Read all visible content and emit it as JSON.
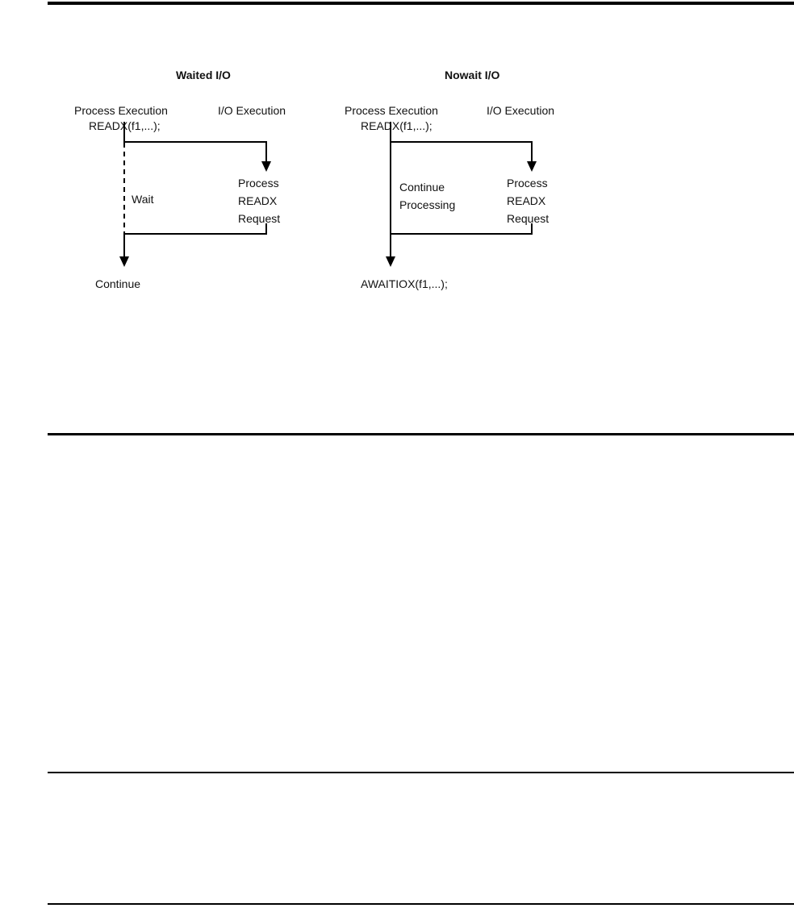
{
  "page": {
    "kind": "document-page-with-io-timing-diagrams",
    "paper_color": "#ffffff",
    "ink_color": "#000000"
  },
  "diagrams": [
    {
      "title": "Waited I/O",
      "process_column": "Process Execution",
      "io_column": "I/O Execution",
      "call": "READX(f1,...);",
      "mid_label": "Wait",
      "io_task": [
        "Process",
        "READX",
        "Request"
      ],
      "end_label": "Continue"
    },
    {
      "title": "Nowait I/O",
      "process_column": "Process Execution",
      "io_column": "I/O Execution",
      "call": "READX(f1,...);",
      "mid_label_lines": [
        "Continue",
        "Processing"
      ],
      "io_task": [
        "Process",
        "READX",
        "Request"
      ],
      "end_label": "AWAITIOX(f1,...);"
    }
  ]
}
